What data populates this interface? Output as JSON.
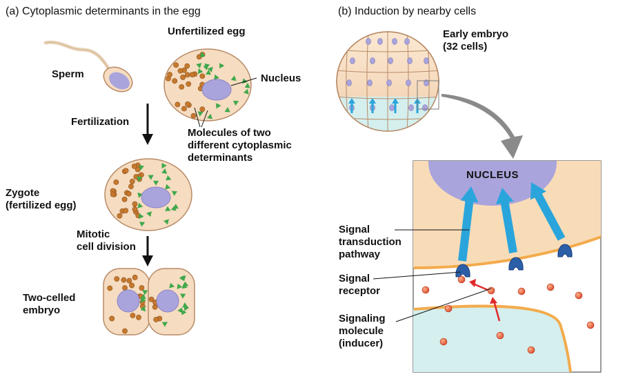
{
  "panel_a": {
    "title": "(a) Cytoplasmic determinants in the egg",
    "unfertilized_egg": "Unfertilized egg",
    "sperm": "Sperm",
    "nucleus": "Nucleus",
    "fertilization": "Fertilization",
    "molecules": [
      "Molecules of two",
      "different cytoplasmic",
      "determinants"
    ],
    "zygote": [
      "Zygote",
      "(fertilized egg)"
    ],
    "mitotic": [
      "Mitotic",
      "cell division"
    ],
    "two_celled": [
      "Two-celled",
      "embryo"
    ]
  },
  "panel_b": {
    "title": "(b) Induction by nearby cells",
    "early_embryo": [
      "Early embryo",
      "(32 cells)"
    ],
    "nucleus_caps": "NUCLEUS",
    "signal_transduction": [
      "Signal",
      "transduction",
      "pathway"
    ],
    "signal_receptor": [
      "Signal",
      "receptor"
    ],
    "signaling_molecule": [
      "Signaling",
      "molecule",
      "(inducer)"
    ]
  },
  "colors": {
    "cell_fill": "#f6dcc0",
    "cell_stroke": "#b78a66",
    "nucleus": "#aaa4dc",
    "brown_dot": "#c6792e",
    "green_tri": "#3fa84b",
    "blue_arrow": "#2aa5dc",
    "red_arrow": "#e02a2a",
    "receptor": "#2b5fa8",
    "teal_cell": "#d4efee",
    "orange_membrane": "#f3ab4c"
  },
  "icons": [
    "sperm-icon",
    "arrow-down-icon",
    "curved-arrow-icon",
    "zoom-box-icon"
  ]
}
